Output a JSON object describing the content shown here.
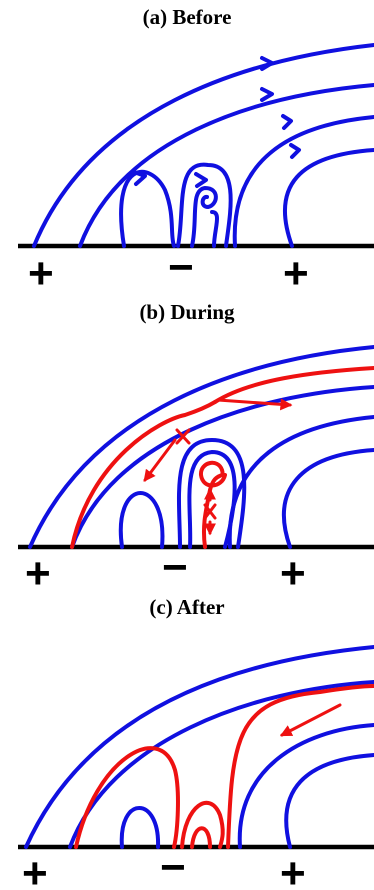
{
  "panels": [
    {
      "title": "(a) Before",
      "polarities": [
        "+",
        "−",
        "+"
      ]
    },
    {
      "title": "(b) During",
      "polarities": [
        "+",
        "−",
        "+"
      ]
    },
    {
      "title": "(c) After",
      "polarities": [
        "+",
        "−",
        "+"
      ]
    }
  ],
  "colors": {
    "field_lines": "#1010e0",
    "reconnected_lines": "#ee1111",
    "ground": "#000000"
  }
}
